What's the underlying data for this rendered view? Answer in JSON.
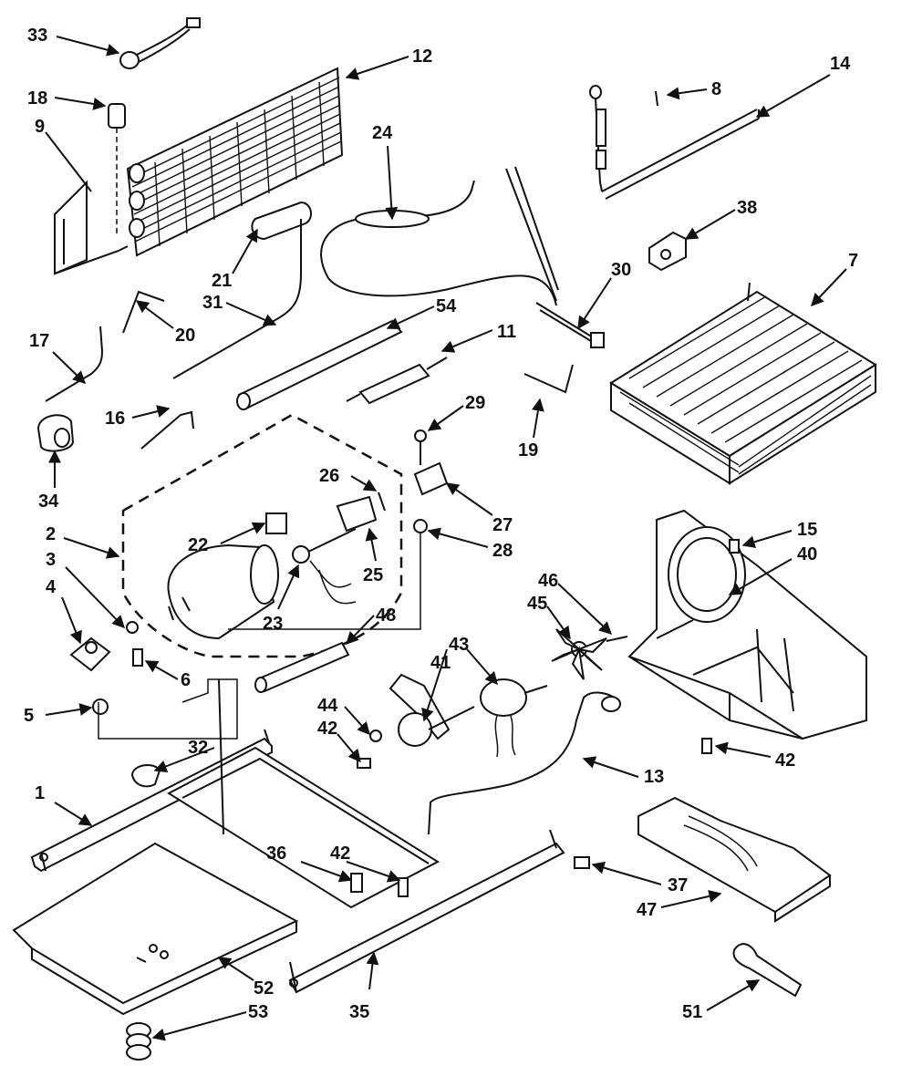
{
  "callouts": [
    {
      "id": "33"
    },
    {
      "id": "12"
    },
    {
      "id": "18"
    },
    {
      "id": "9"
    },
    {
      "id": "24"
    },
    {
      "id": "8"
    },
    {
      "id": "14"
    },
    {
      "id": "38"
    },
    {
      "id": "21"
    },
    {
      "id": "31"
    },
    {
      "id": "20"
    },
    {
      "id": "17"
    },
    {
      "id": "54"
    },
    {
      "id": "30"
    },
    {
      "id": "7"
    },
    {
      "id": "11"
    },
    {
      "id": "16"
    },
    {
      "id": "29"
    },
    {
      "id": "19"
    },
    {
      "id": "34"
    },
    {
      "id": "26"
    },
    {
      "id": "27"
    },
    {
      "id": "28"
    },
    {
      "id": "2"
    },
    {
      "id": "22"
    },
    {
      "id": "25"
    },
    {
      "id": "15"
    },
    {
      "id": "40"
    },
    {
      "id": "3"
    },
    {
      "id": "4"
    },
    {
      "id": "23"
    },
    {
      "id": "48"
    },
    {
      "id": "46"
    },
    {
      "id": "45"
    },
    {
      "id": "43"
    },
    {
      "id": "41"
    },
    {
      "id": "6"
    },
    {
      "id": "5"
    },
    {
      "id": "44"
    },
    {
      "id": "42"
    },
    {
      "id": "42"
    },
    {
      "id": "32"
    },
    {
      "id": "13"
    },
    {
      "id": "1"
    },
    {
      "id": "36"
    },
    {
      "id": "42"
    },
    {
      "id": "37"
    },
    {
      "id": "47"
    },
    {
      "id": "52"
    },
    {
      "id": "53"
    },
    {
      "id": "35"
    },
    {
      "id": "51"
    }
  ]
}
